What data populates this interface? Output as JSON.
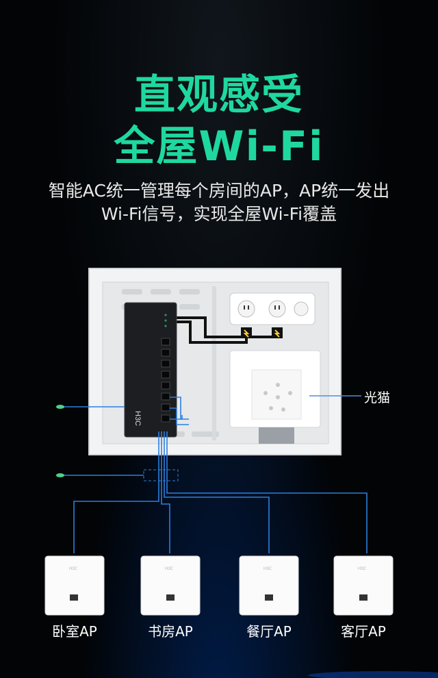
{
  "title": {
    "line1": "直观感受",
    "line2": "全屋Wi-Fi"
  },
  "subtitle": {
    "line1": "智能AC统一管理每个房间的AP，AP统一发出",
    "line2": "Wi-Fi信号，实现全屋Wi-Fi覆盖"
  },
  "switch_brand": "H3C",
  "modem_label": "光猫",
  "ap_brand": "H3C",
  "aps": [
    {
      "label": "卧室AP"
    },
    {
      "label": "书房AP"
    },
    {
      "label": "餐厅AP"
    },
    {
      "label": "客厅AP"
    }
  ],
  "colors": {
    "title": "#1fd8a0",
    "cable": "#2d7fe0",
    "accent_dot": "#4fd08a"
  }
}
